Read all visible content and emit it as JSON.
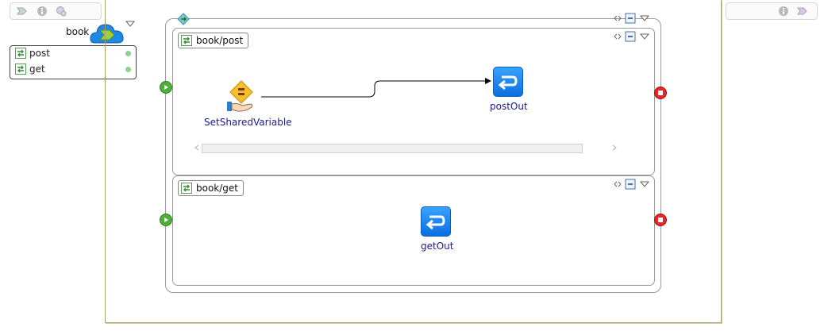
{
  "left_toolbar": {
    "icons": [
      "forward-arrow-icon",
      "info-icon",
      "settings-gear-icon"
    ]
  },
  "right_toolbar": {
    "icons": [
      "info-icon",
      "forward-arrow-icon"
    ]
  },
  "process": {
    "name": "book",
    "services": [
      {
        "label": "post"
      },
      {
        "label": "get"
      }
    ]
  },
  "lanes": [
    {
      "label": "book/post",
      "activity": {
        "label": "SetSharedVariable"
      },
      "reply": {
        "label": "postOut"
      }
    },
    {
      "label": "book/get",
      "reply": {
        "label": "getOut"
      }
    }
  ],
  "colors": {
    "frame_border": "#a89f6a",
    "start": "#4fae3a",
    "end": "#e02a2a",
    "reply_blue": "#1e88f0",
    "label_blue": "#1a1a8a",
    "status_dot": "#8fd18f"
  }
}
